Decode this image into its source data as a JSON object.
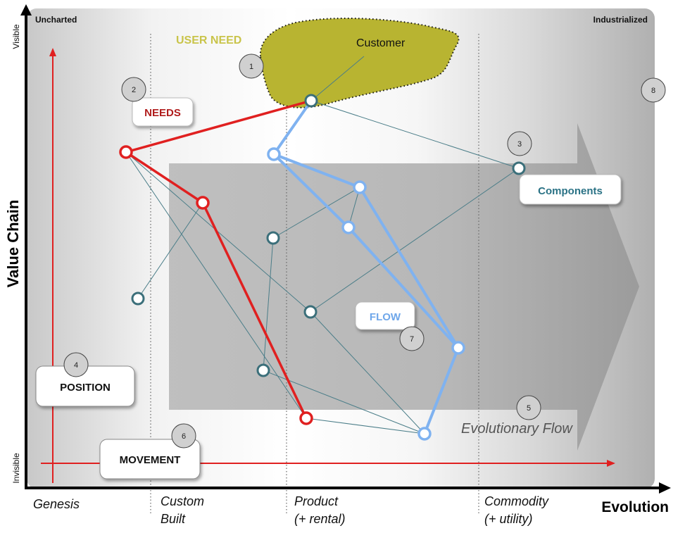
{
  "corners": {
    "top_left": "Uncharted",
    "top_right": "Industrialized"
  },
  "y_axis": {
    "title": "Value Chain",
    "top": "Visible",
    "bottom": "Invisible"
  },
  "x_axis": {
    "title": "Evolution",
    "stages": [
      {
        "line1": "Genesis",
        "line2": ""
      },
      {
        "line1": "Custom",
        "line2": "Built"
      },
      {
        "line1": "Product",
        "line2": "(+ rental)"
      },
      {
        "line1": "Commodity",
        "line2": "(+ utility)"
      }
    ]
  },
  "user_need": {
    "label": "USER NEED",
    "customer": "Customer"
  },
  "callouts": {
    "needs": "NEEDS",
    "components": "Components",
    "flow": "FLOW",
    "position": "POSITION",
    "movement": "MOVEMENT",
    "evolutionary_flow": "Evolutionary Flow"
  },
  "markers": [
    "1",
    "2",
    "3",
    "4",
    "5",
    "6",
    "7",
    "8"
  ],
  "colors": {
    "needs_red": "#e02020",
    "flow_blue": "#7fb2f0",
    "component_teal": "#3b6f7a",
    "user_need_olive": "#b8b431",
    "user_need_label": "#c9c44a",
    "components_text": "#2a7285",
    "flow_text": "#6fa7ea"
  }
}
